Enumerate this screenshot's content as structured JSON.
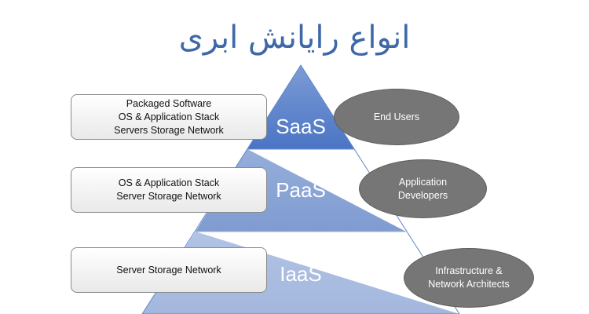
{
  "title": "انواع رایانش ابری",
  "layers": [
    {
      "label": "SaaS",
      "color": "#4a74c4",
      "components": [
        "Packaged Software",
        "OS & Application Stack",
        "Servers Storage Network"
      ],
      "audience": [
        "End Users"
      ]
    },
    {
      "label": "PaaS",
      "color": "#8aa4d4",
      "components": [
        "OS & Application Stack",
        "Server Storage Network"
      ],
      "audience": [
        "Application",
        "Developers"
      ]
    },
    {
      "label": "IaaS",
      "color": "#aebfe2",
      "components": [
        "Server Storage Network"
      ],
      "audience": [
        "Infrastructure &",
        "Network Architects"
      ]
    }
  ],
  "colors": {
    "title": "#3f68a8",
    "ellipse": "#767676",
    "box_border": "#8a8a8a"
  }
}
